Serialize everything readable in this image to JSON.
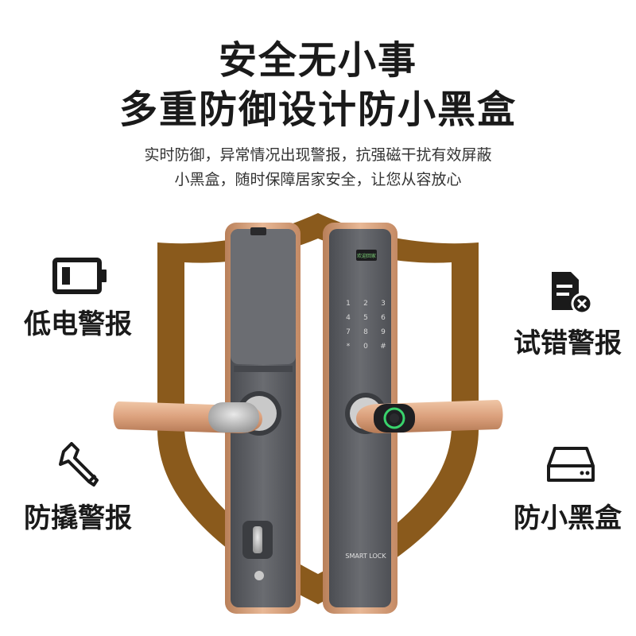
{
  "headline": {
    "line1": "安全无小事",
    "line2": "多重防御设计防小黑盒"
  },
  "subtitle": {
    "line1": "实时防御，异常情况出现警报，抗强磁干扰有效屏蔽",
    "line2": "小黑盒，随时保障居家安全，让您从容放心"
  },
  "features": {
    "low_battery": {
      "label": "低电警报",
      "icon": "battery-icon"
    },
    "tamper": {
      "label": "防撬警报",
      "icon": "wrench-icon"
    },
    "wrong_try": {
      "label": "试错警报",
      "icon": "document-error-icon"
    },
    "black_box": {
      "label": "防小黑盒",
      "icon": "black-box-device-icon"
    }
  },
  "lock": {
    "screen_text": "欢迎回家",
    "keypad": [
      "1",
      "2",
      "3",
      "4",
      "5",
      "6",
      "7",
      "8",
      "9",
      "*",
      "0",
      "#"
    ],
    "brand_text": "SMART LOCK"
  },
  "colors": {
    "shield": "#8a5a1c",
    "rose_gold": "#d9a07c",
    "panel": "#5a5c61",
    "text": "#1a1a1a"
  }
}
